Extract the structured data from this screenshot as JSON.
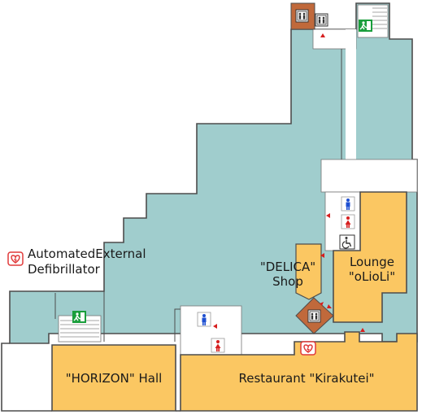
{
  "map": {
    "colors": {
      "floor": "#a0cdcd",
      "venue": "#fbc762",
      "stairs_core": "#c0693b",
      "corridor": "#ffffff",
      "wall": "#4d4d4d",
      "exit_green": "#1a9e3c",
      "restroom_male": "#1e4fd1",
      "restroom_female": "#d61f1f",
      "aed_red": "#e03a3a"
    },
    "areas": {
      "horizon_hall": "\"HORIZON\" Hall",
      "restaurant": "Restaurant \"Kirakutei\"",
      "lounge_line1": "Lounge",
      "lounge_line2": "\"oLioLi\"",
      "delica_line1": "\"DELICA\"",
      "delica_line2": "Shop"
    },
    "legend": {
      "icon": "aed-icon",
      "label_line1": "AutomatedExternal",
      "label_line2": "Defibrillator"
    },
    "icons": {
      "elevator": "elevator-icon",
      "emergency_exit": "emergency-exit-icon",
      "restroom_male": "male-restroom-icon",
      "restroom_female": "female-restroom-icon",
      "accessible": "wheelchair-icon",
      "aed": "aed-icon",
      "entrance": "entrance-arrow-icon"
    }
  }
}
